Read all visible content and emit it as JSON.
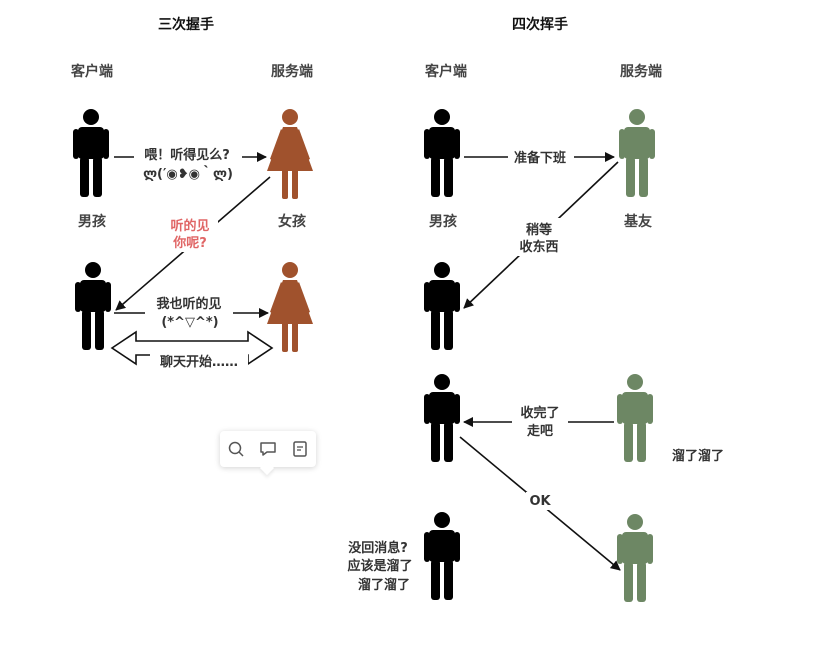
{
  "left": {
    "title": "三次握手",
    "client_label": "客户端",
    "server_label": "服务端",
    "boy_label": "男孩",
    "girl_label": "女孩",
    "msg1_line1": "喂！听得见么?",
    "msg1_line2": "ლ(′◉❥◉｀ლ)",
    "msg2_line1": "听的见",
    "msg2_line2": "你呢?",
    "msg3_line1": "我也听的见",
    "msg3_line2": "(*^▽^*)",
    "chat_label": "聊天开始……"
  },
  "right": {
    "title": "四次挥手",
    "client_label": "客户端",
    "server_label": "服务端",
    "boy_label": "男孩",
    "friend_label": "基友",
    "msg1": "准备下班",
    "msg2_line1": "稍等",
    "msg2_line2": "收东西",
    "msg3_line1": "收完了",
    "msg3_line2": "走吧",
    "msg4": "OK",
    "side_note": "溜了溜了",
    "note_line1": "没回消息?",
    "note_line2": "应该是溜了",
    "note_line3": "溜了溜了"
  },
  "colors": {
    "man": "#000000",
    "woman": "#a0522d",
    "friend": "#6d8764",
    "accent_red": "#e06666"
  },
  "toolbar": {
    "icons": [
      "search-icon",
      "comment-icon",
      "note-icon"
    ]
  }
}
